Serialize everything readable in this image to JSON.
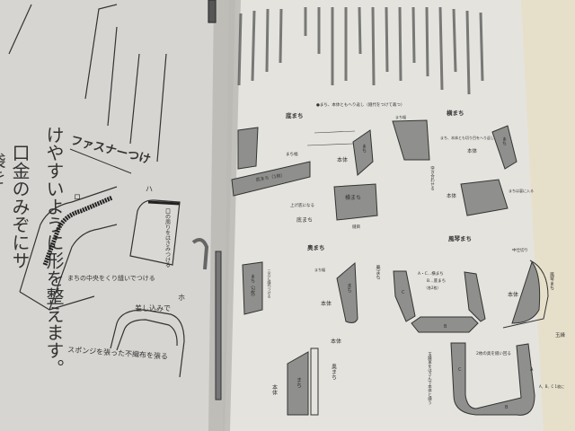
{
  "left_page": {
    "body_text": [
      "けやすいように形を整えます。",
      "口金のみぞにサ",
      "袋を"
    ],
    "section_title": "ファスナーつけ",
    "figure_a": {
      "marker": "ロ",
      "label": "まちの中央をくり縫いでつける"
    },
    "figure_b": {
      "marker": "ハ",
      "label": "口の周りをはさみつける"
    },
    "figure_c": {
      "marker": "ホ",
      "label_top": "差し込みで",
      "label_bottom": "スポンジを張った不織布を張る"
    }
  },
  "right_page": {
    "caption": "●まち、本体ともへり返し（縫代をつけて裁つ）",
    "sections": [
      {
        "title": "底まち",
        "labels": [
          "まち幅",
          "底まち（1枚）",
          "本体",
          "まち",
          "上げ底になる",
          "底まち",
          "横まち",
          "縫目"
        ]
      },
      {
        "title": "横まち",
        "labels": [
          "まち幅",
          "突き合わせる",
          "まち、本体とも切り目をへり返し",
          "本体",
          "まち",
          "本体",
          "まちは裏に入る"
        ]
      },
      {
        "title": "奥まち",
        "labels": [
          "まち（2枚）",
          "三方に縫代つける",
          "まち幅",
          "奥まち",
          "まち",
          "本体",
          "本体",
          "奥まち",
          "まち",
          "本体"
        ]
      },
      {
        "title": "風琴まち",
        "labels": [
          "中仕切り",
          "A・C…横まち",
          "B…底まち",
          "（各2枚）",
          "C",
          "B",
          "本体",
          "風琴まち",
          "玉縁",
          "2枚の奥を縫い回る",
          "玉縁革をはさんで本体と縫う",
          "C",
          "A",
          "B",
          "A、B、C 1枚に"
        ]
      }
    ]
  }
}
